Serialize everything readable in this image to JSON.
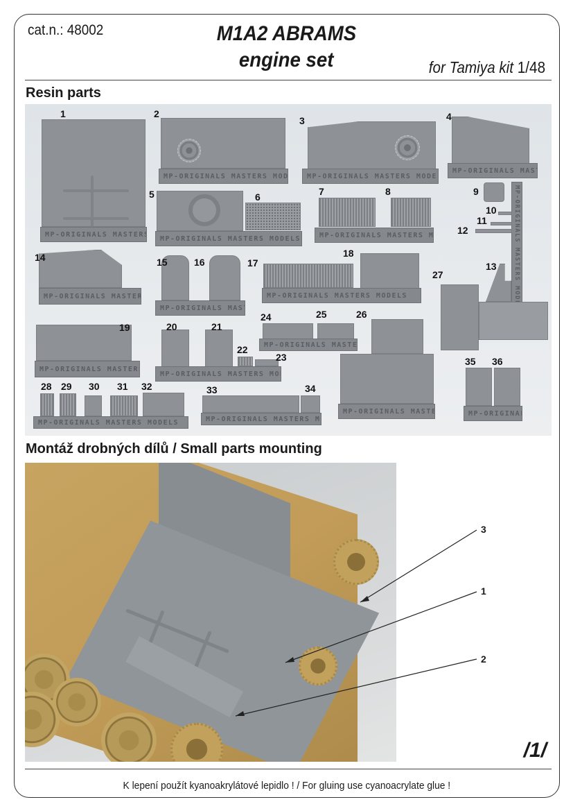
{
  "header": {
    "catalog_number": "cat.n.: 48002",
    "title_line1": "M1A2 ABRAMS",
    "title_line2": "engine set",
    "kit_label": "for Tamiya kit",
    "kit_scale": "1/48"
  },
  "sections": {
    "resin_parts": "Resin parts",
    "mounting": "Montáž drobných dílů / Small parts mounting"
  },
  "parts_photo": {
    "brand_text_full": "MP-ORIGINALS MASTERS MODELS",
    "brand_text_short": "MP-ORIGINALS MASTERS",
    "brand_text_min": "MP-ORIGINALS",
    "part_numbers": [
      "1",
      "2",
      "3",
      "4",
      "5",
      "6",
      "7",
      "8",
      "9",
      "10",
      "11",
      "12",
      "13",
      "14",
      "15",
      "16",
      "17",
      "18",
      "19",
      "20",
      "21",
      "22",
      "23",
      "24",
      "25",
      "26",
      "27",
      "28",
      "29",
      "30",
      "31",
      "32",
      "33",
      "34",
      "35",
      "36"
    ]
  },
  "mounting_photo": {
    "callouts": [
      {
        "label": "3"
      },
      {
        "label": "1"
      },
      {
        "label": "2"
      }
    ]
  },
  "page_number": "/1/",
  "footer": {
    "note": "K lepení použít kyanoakrylátové lepidlo !  /  For gluing use cyanoacrylate glue !"
  },
  "colors": {
    "resin_grey": "#8e9296",
    "hull_tan": "#c29c58",
    "text": "#1a1a1a",
    "border": "#333333"
  }
}
